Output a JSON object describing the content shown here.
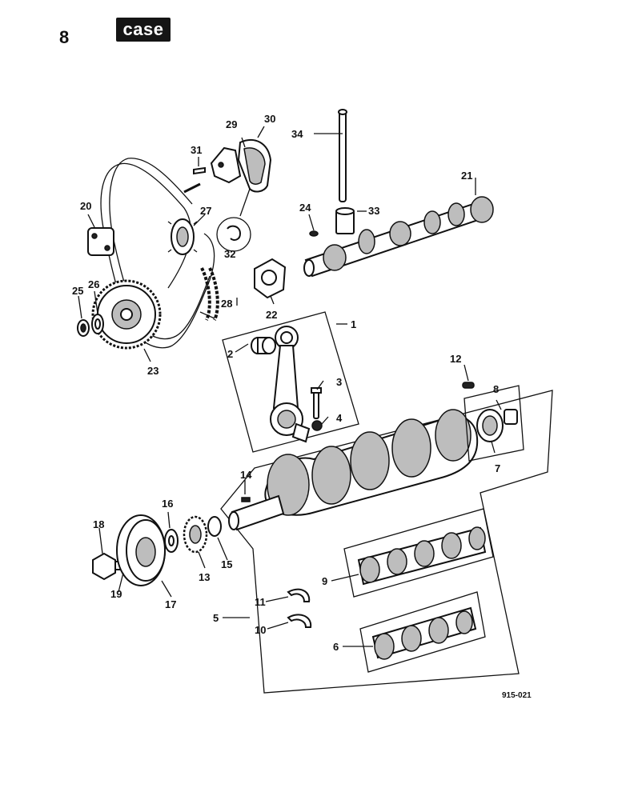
{
  "page_number": "8",
  "brand_logo": "case",
  "reference_code": "915-021",
  "callouts": [
    {
      "id": "c1",
      "label": "1"
    },
    {
      "id": "c2",
      "label": "2"
    },
    {
      "id": "c3",
      "label": "3"
    },
    {
      "id": "c4",
      "label": "4"
    },
    {
      "id": "c5",
      "label": "5"
    },
    {
      "id": "c6",
      "label": "6"
    },
    {
      "id": "c7",
      "label": "7"
    },
    {
      "id": "c8",
      "label": "8"
    },
    {
      "id": "c9",
      "label": "9"
    },
    {
      "id": "c10",
      "label": "10"
    },
    {
      "id": "c11",
      "label": "11"
    },
    {
      "id": "c12",
      "label": "12"
    },
    {
      "id": "c13",
      "label": "13"
    },
    {
      "id": "c14",
      "label": "14"
    },
    {
      "id": "c15",
      "label": "15"
    },
    {
      "id": "c16",
      "label": "16"
    },
    {
      "id": "c17",
      "label": "17"
    },
    {
      "id": "c18",
      "label": "18"
    },
    {
      "id": "c19",
      "label": "19"
    },
    {
      "id": "c20",
      "label": "20"
    },
    {
      "id": "c21",
      "label": "21"
    },
    {
      "id": "c22",
      "label": "22"
    },
    {
      "id": "c23",
      "label": "23"
    },
    {
      "id": "c24",
      "label": "24"
    },
    {
      "id": "c25",
      "label": "25"
    },
    {
      "id": "c26",
      "label": "26"
    },
    {
      "id": "c27",
      "label": "27"
    },
    {
      "id": "c28",
      "label": "28"
    },
    {
      "id": "c29",
      "label": "29"
    },
    {
      "id": "c30",
      "label": "30"
    },
    {
      "id": "c31",
      "label": "31"
    },
    {
      "id": "c32",
      "label": "32"
    },
    {
      "id": "c33",
      "label": "33"
    },
    {
      "id": "c34",
      "label": "34"
    }
  ]
}
